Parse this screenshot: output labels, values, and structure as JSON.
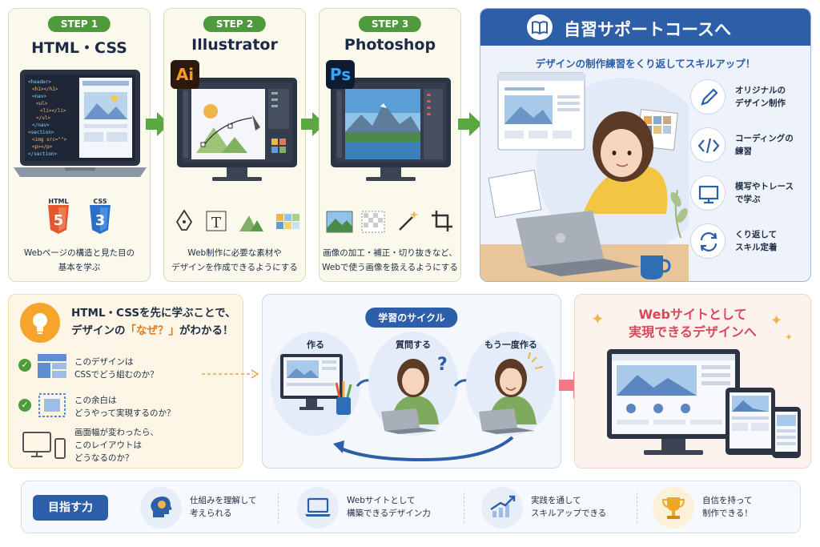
{
  "steps": [
    {
      "badge": "STEP 1",
      "title": "HTML・CSS",
      "desc": [
        "Webページの構造と見た目の",
        "基本を学ぶ"
      ],
      "logos": [
        "HTML",
        "CSS"
      ],
      "code": [
        "<header>",
        "<h1></h1>",
        "<nav>",
        "<ul>",
        "<li></li>",
        "</ul>",
        "</nav>",
        "<section>",
        "<img src=\"\">",
        "<p></p>",
        "</section>"
      ]
    },
    {
      "badge": "STEP 2",
      "title": "Illustrator",
      "app_icon": "Ai",
      "desc": [
        "Web制作に必要な素材や",
        "デザインを作成できるようにする"
      ]
    },
    {
      "badge": "STEP 3",
      "title": "Photoshop",
      "app_icon": "Ps",
      "desc": [
        "画像の加工・補正・切り抜きなど、",
        "Webで使う画像を扱えるようにする"
      ]
    }
  ],
  "support": {
    "title": "自習サポートコースへ",
    "subtitle": "デザインの制作練習をくり返してスキルアップ！",
    "features": [
      {
        "icon": "pen-icon",
        "label": [
          "オリジナルの",
          "デザイン制作"
        ]
      },
      {
        "icon": "code-icon",
        "label": [
          "コーディングの",
          "練習"
        ]
      },
      {
        "icon": "monitor-icon",
        "label": [
          "模写やトレース",
          "で学ぶ"
        ]
      },
      {
        "icon": "refresh-icon",
        "label": [
          "くり返して",
          "スキル定着"
        ]
      }
    ]
  },
  "why": {
    "heading1": "HTML・CSSを先に学ぶことで、",
    "heading2_pre": "デザインの",
    "heading2_em": "「なぜ？」",
    "heading2_post": "がわかる！",
    "items": [
      {
        "icon": "layout-icon",
        "text": [
          "このデザインは",
          "CSSでどう組むのか？"
        ]
      },
      {
        "icon": "spacing-icon",
        "text": [
          "この余白は",
          "どうやって実現するのか？"
        ]
      },
      {
        "icon": "devices-icon",
        "text": [
          "画面幅が変わったら、",
          "このレイアウトは",
          "どうなるのか？"
        ]
      }
    ]
  },
  "cycle": {
    "title": "学習のサイクル",
    "steps": [
      "作る",
      "質問する",
      "もう一度作る"
    ]
  },
  "result": {
    "line1": "Webサイトとして",
    "line2": "実現できるデザインへ"
  },
  "goals": {
    "label": "目指す力",
    "items": [
      {
        "icon": "brain-icon",
        "text": [
          "仕組みを理解して",
          "考えられる"
        ]
      },
      {
        "icon": "laptop-icon",
        "text": [
          "Webサイトとして",
          "構築できるデザイン力"
        ]
      },
      {
        "icon": "growth-chart-icon",
        "text": [
          "実践を通して",
          "スキルアップできる"
        ]
      },
      {
        "icon": "trophy-icon",
        "text": [
          "自信を持って",
          "制作できる！"
        ]
      }
    ]
  },
  "colors": {
    "green": "#4f9a3c",
    "blue": "#2d5ea8",
    "red": "#d9485a",
    "orange": "#e07b1a"
  }
}
